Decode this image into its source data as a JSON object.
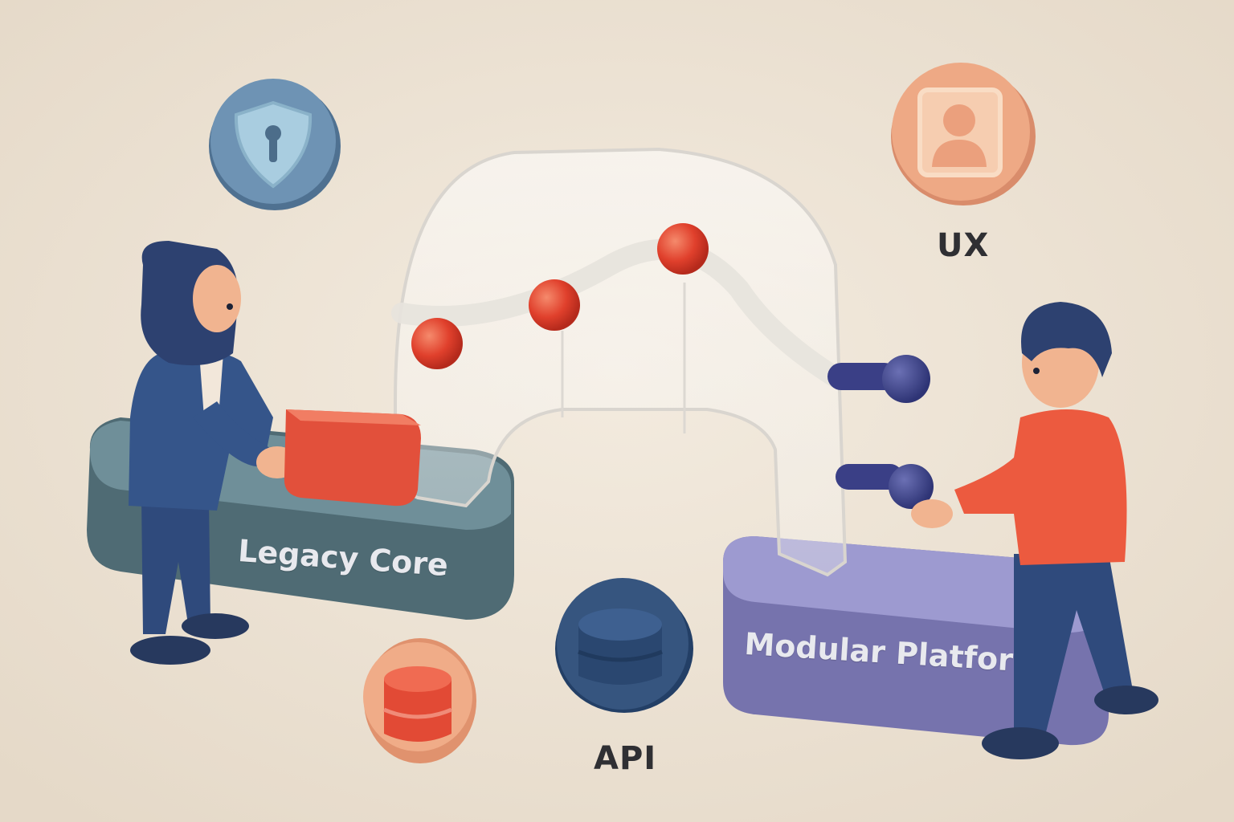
{
  "labels": {
    "legacy_core": "Legacy Core",
    "modular_platform": "Modular Platfor",
    "ux": "UX",
    "api": "API"
  },
  "icons": {
    "security": "shield-lock-icon",
    "ux": "user-profile-icon",
    "api": "database-icon",
    "data": "database-icon"
  },
  "colors": {
    "background": "#ede3d4",
    "legacy_base": "#5d7a83",
    "modular_base": "#8a87c0",
    "accent_red": "#e0523c",
    "navy": "#35508a",
    "peach": "#eba886"
  }
}
